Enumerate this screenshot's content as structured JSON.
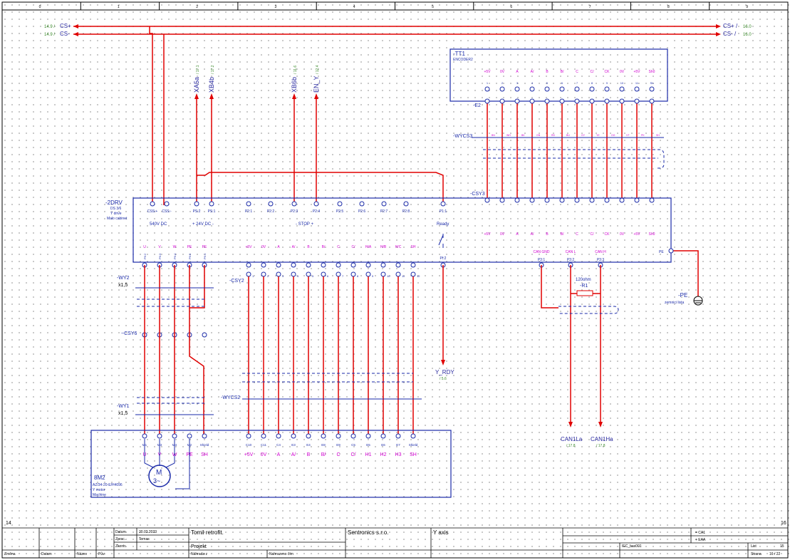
{
  "ruler": {
    "columns": [
      "0",
      "1",
      "2",
      "3",
      "4",
      "5",
      "6",
      "7",
      "8",
      "9"
    ],
    "left_corner": "14",
    "right_corner": "16"
  },
  "signals": {
    "cs_plus": {
      "ref": "14.9 /",
      "name": "CS+",
      "out": "CS+ /",
      "out_ref": "16.0"
    },
    "cs_minus": {
      "ref": "14.9 /",
      "name": "CS-",
      "out": "CS- /",
      "out_ref": "16.0"
    }
  },
  "vertical_labels": [
    {
      "name": "XA5a",
      "ref": "/ 17.1"
    },
    {
      "name": "XB4b",
      "ref": "/ 17.2"
    },
    {
      "name": "XB6b",
      "ref": "/ 11.6"
    },
    {
      "name": "EN_Y",
      "ref": "/ 12.4"
    }
  ],
  "encoder": {
    "tag": "-TT1",
    "type": "ENCODER2",
    "side_tag": "-E2",
    "pins": [
      "+5V",
      "0V",
      "A",
      "A/",
      "B",
      "B/",
      "C",
      "C/",
      "CK",
      "0V",
      "+5V",
      "Sh0"
    ],
    "nums": [
      "1",
      "2",
      "3",
      "4",
      "5",
      "6",
      "7",
      "8",
      "9",
      "10",
      "11",
      "Sh"
    ]
  },
  "cable_wycs3": {
    "tag": "-WYCS3",
    "colors": [
      "BN",
      "WH",
      "BK",
      "GN",
      "RD",
      "BU",
      "GY",
      "YE",
      "OG",
      "VT",
      "PK",
      "SH"
    ]
  },
  "connector_csy3": {
    "tag": "-CSY3"
  },
  "drive": {
    "tag": "-2DRV",
    "desc1": "DS 3/6",
    "desc2": "Y drive",
    "desc3": "Malo cabinet",
    "terms_top": [
      "CSS:+",
      "CSS:-",
      "PS:2",
      "PS:1",
      "P2:1",
      "P2:2",
      "P2:3",
      "P2:4",
      "P2:5",
      "P2:6",
      "P2:7",
      "P2:8",
      "P1:1"
    ],
    "bus_540": "540V DC",
    "bus_24": "+ 24V DC -",
    "stop": "- STOP +",
    "ready": "Ready",
    "terms_bottom_motor": [
      "P6:2",
      "P6:3",
      "P6:4",
      "P6:5",
      "P6:1"
    ],
    "motor_labels": [
      "U",
      "V",
      "W",
      "PE",
      "PE"
    ],
    "pf": "Pf:2",
    "can_labels": [
      "CAN GND",
      "CAN L",
      "CAN H"
    ],
    "can_terms": [
      "P3:1",
      "P3:2",
      "P3:3"
    ],
    "pe_label": "PE"
  },
  "resolver": {
    "labels": [
      "+5V",
      "0V",
      "A",
      "A/",
      "B",
      "B/",
      "C",
      "C/",
      "H/A",
      "H/B",
      "H/C",
      "SH"
    ],
    "terms": [
      "1",
      "2",
      "3",
      "4",
      "5",
      "6",
      "7",
      "8",
      "9",
      "10",
      "11",
      "12"
    ]
  },
  "r1": {
    "tag": "-R1",
    "value": "120ohm"
  },
  "pe_term": {
    "tag": "-PE",
    "desc": "zemnici lista"
  },
  "tags": {
    "wy2": "-WY2",
    "wy2_size": "x1,5",
    "csy2": "-CSY2",
    "csy6": "~CSY6",
    "wycs2": "-WYCS2",
    "wy1": "-WY1",
    "wy1_size": "x1,5"
  },
  "outputs": {
    "y_rdy": "Y_RDY",
    "y_rdy_ref": "/ 5.6",
    "can1la": "CAN1La",
    "can1la_ref": "/ 17.8",
    "can1ha": "CAN1Ha",
    "can1ha_ref": "/ 17.8"
  },
  "motor": {
    "tag": "8M2",
    "desc1": "AZ/34-20-E/H4096",
    "desc2": "Y motor",
    "desc3": "Machine",
    "symbol_m": "M",
    "symbol_3": "3~",
    "terms": [
      "M1",
      "M3",
      "M4",
      "M2",
      "Shield",
      "C10",
      "C11",
      "C4",
      "E3",
      "E4",
      "E8",
      "E9",
      "C5",
      "E5",
      "E6",
      "E7",
      "E2",
      "E1",
      "Shield"
    ],
    "labels": [
      "U",
      "V",
      "W",
      "PE",
      "SH",
      "+5V",
      "0V",
      "A",
      "A/",
      "B",
      "B/",
      "C",
      "C/",
      "H1",
      "H2",
      "H3",
      "SH"
    ]
  },
  "title_block": {
    "datum_label": "Datum",
    "datum": "20.02.2023",
    "zprac_label": "Zprac.",
    "zprac": "Tomas",
    "zkontr_label": "Zkontr.",
    "project": "Tomil retrofit.",
    "projekt": "Projekt",
    "company": "Sentronics s.r.o.",
    "axis": "Y axis",
    "plus_eq": "= CA1",
    "plus_loc": "+ EAA",
    "doc_id": "IEC_bas001",
    "list_label": "List",
    "list": "15",
    "strana_label": "Strana",
    "strana": "16 / 22",
    "zmena": "Změna",
    "datum2": "Datum",
    "nazev": "Název",
    "puv": "Pův.",
    "nahrada": "Náhrada z",
    "nahrazeno": "Nahrazeno čím"
  }
}
